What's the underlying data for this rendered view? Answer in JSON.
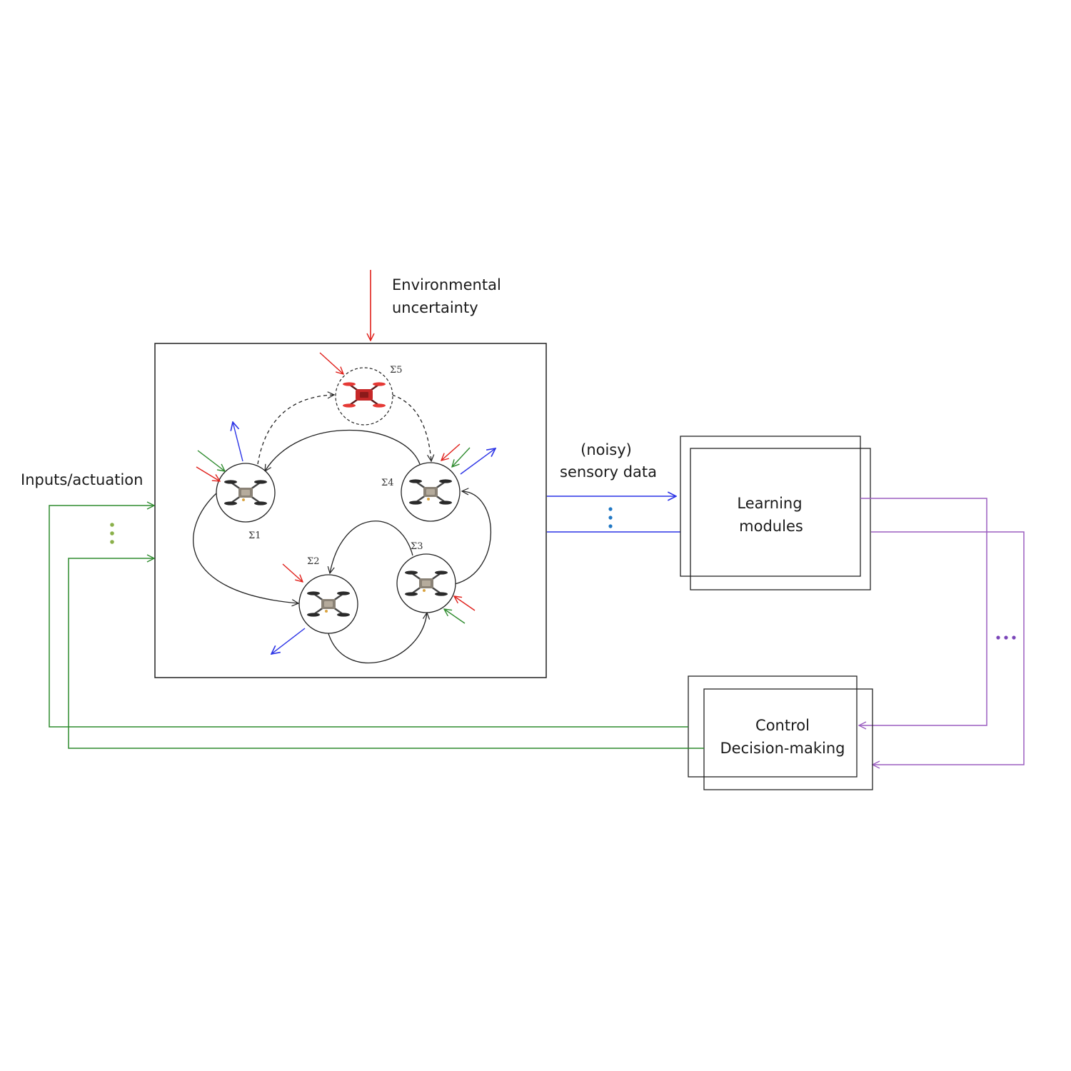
{
  "labels": {
    "environmental_line1": "Environmental",
    "environmental_line2": "uncertainty",
    "noisy_line1": "(noisy)",
    "noisy_line2": "sensory data",
    "inputs": "Inputs/actuation",
    "learning_line1": "Learning",
    "learning_line2": "modules",
    "control_line1": "Control",
    "control_line2": "Decision-making"
  },
  "agents": [
    {
      "id": "1",
      "label": "Σ1",
      "drone_color": "#6b6258"
    },
    {
      "id": "2",
      "label": "Σ2",
      "drone_color": "#6b6258"
    },
    {
      "id": "3",
      "label": "Σ3",
      "drone_color": "#6b6258"
    },
    {
      "id": "4",
      "label": "Σ4",
      "drone_color": "#6b6258"
    },
    {
      "id": "5",
      "label": "Σ5",
      "drone_color": "#c62828"
    }
  ],
  "colors": {
    "uncertainty": "#e0201b",
    "sensory": "#2b33e6",
    "actuation": "#2e8b2e",
    "feedback": "#9b5fc0",
    "dots_green": "#8ab04a",
    "dots_blue": "#1f77c4",
    "dots_purple": "#7a45b8"
  }
}
